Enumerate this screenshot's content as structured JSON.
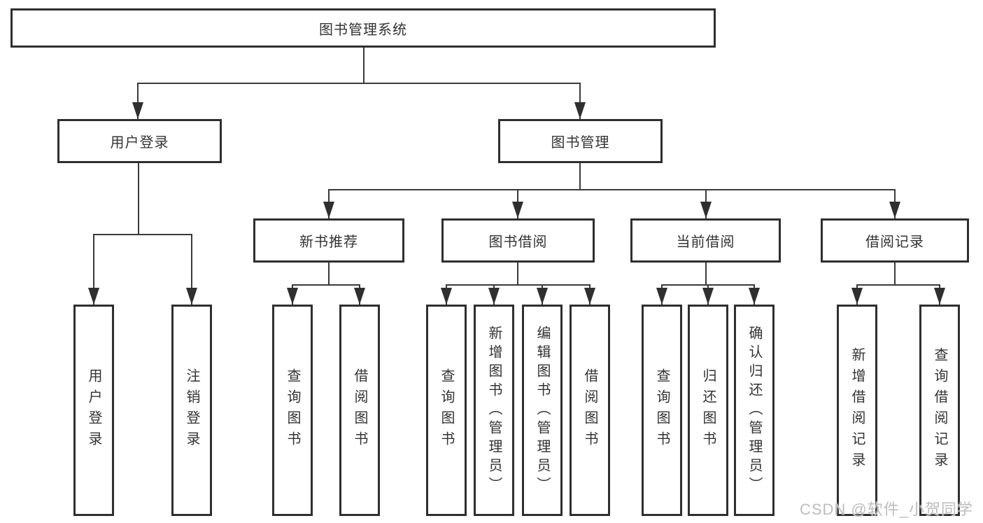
{
  "diagram": {
    "title": "图书管理系统",
    "branches": [
      {
        "label": "用户登录",
        "children": [
          "用户登录",
          "注销登录"
        ]
      },
      {
        "label": "图书管理",
        "groups": [
          {
            "label": "新书推荐",
            "children": [
              "查询图书",
              "借阅图书"
            ]
          },
          {
            "label": "图书借阅",
            "children": [
              "查询图书",
              "新增图书（管理员）",
              "编辑图书（管理员）",
              "借阅图书"
            ]
          },
          {
            "label": "当前借阅",
            "children": [
              "查询图书",
              "归还图书",
              "确认归还（管理员）"
            ]
          },
          {
            "label": "借阅记录",
            "children": [
              "新增借阅记录",
              "查询借阅记录"
            ]
          }
        ]
      }
    ]
  },
  "watermark": "CSDN @软件_小贺同学",
  "colors": {
    "line": "#3a3a3a",
    "box_border": "#2f2f2f",
    "text": "#333333",
    "background": "#ffffff",
    "watermark": "#bdbdbd"
  }
}
